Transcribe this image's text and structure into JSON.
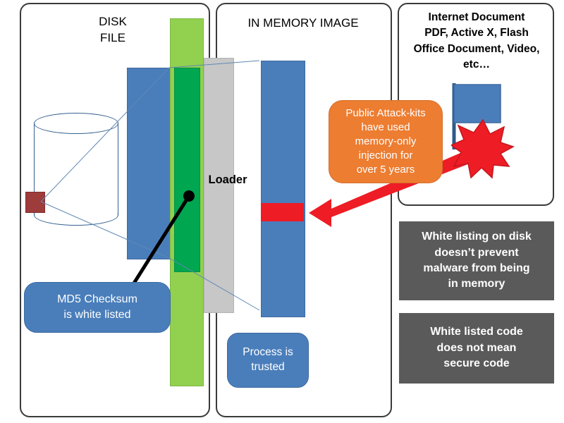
{
  "panels": {
    "disk": {
      "title": "DISK\nFILE"
    },
    "memory": {
      "title": "IN MEMORY IMAGE"
    },
    "docs": {
      "title": "Internet Document\nPDF, Active X, Flash\nOffice Document, Video,\netc…"
    }
  },
  "labels": {
    "loader": "Loader",
    "md5": "MD5 Checksum\nis white listed",
    "process_trusted": "Process is\ntrusted",
    "attack_kits": "Public Attack-kits\nhave used\nmemory-only\ninjection for\nover 5 years",
    "whitelist_disk": "White listing on disk\ndoesn’t prevent\nmalware from being\nin memory",
    "whitelisted_code": "White listed code\ndoes not mean\nsecure code"
  },
  "colors": {
    "blue_bar": "#4a7ebb",
    "green_light": "#92d050",
    "green_dark": "#00a650",
    "gray_bar": "#c7c7c7",
    "red_band": "#ee1c25",
    "orange_callout": "#ed7d31",
    "gray_box": "#5a5a5a",
    "disk_block": "#9e3b3b",
    "panel_border": "#3a3a3a"
  },
  "icons": {
    "cylinder": "database-cylinder-icon",
    "flag": "flag-icon",
    "burst": "explosion-burst-icon",
    "arrow": "red-arrow-icon"
  }
}
